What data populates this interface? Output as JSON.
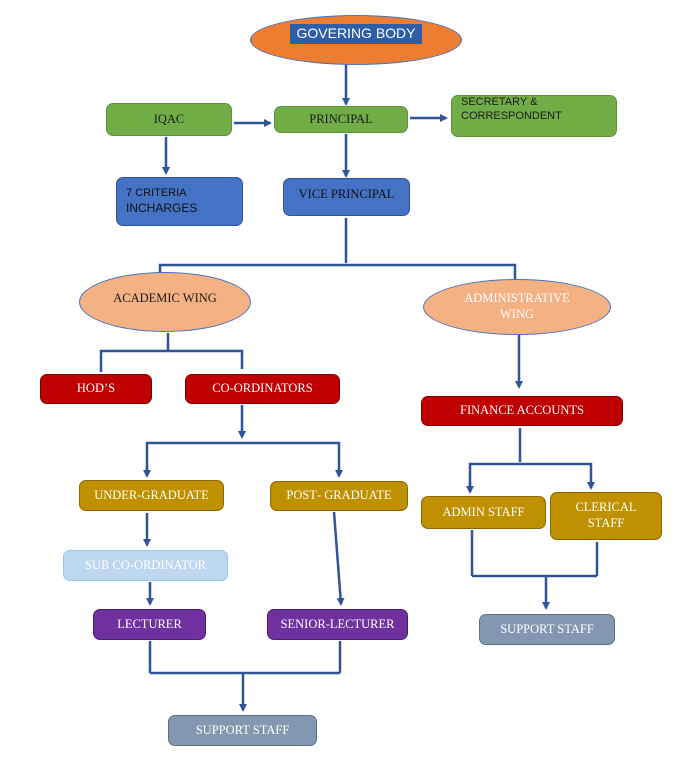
{
  "nodes": {
    "governing_body": "GOVERING BODY",
    "iqac": "IQAC",
    "principal": "PRINCIPAL",
    "secretary_line1": "SECRETARY &",
    "secretary_line2": "CORRESPONDENT",
    "criteria_line1": "7 CRITERIA",
    "criteria_line2": "INCHARGES",
    "vice_principal": "VICE PRINCIPAL",
    "academic_wing": "ACADEMIC WING",
    "administrative_line1": "ADMINISTRATIVE",
    "administrative_line2": "WING",
    "hods": "HOD’S",
    "coordinators": "CO-ORDINATORS",
    "finance_accounts": "FINANCE ACCOUNTS",
    "under_graduate": "UNDER-GRADUATE",
    "post_graduate_a": "POST",
    "post_graduate_b": "- GRADUATE",
    "admin_staff": "ADMIN STAFF",
    "clerical_line1": "CLERICAL",
    "clerical_line2": "STAFF",
    "sub_coordinator": "SUB CO-ORDINATOR",
    "lecturer": "LECTURER",
    "senior_lecturer": "SENIOR-LECTURER",
    "support_staff_admin": "SUPPORT STAFF",
    "support_staff_academic": "SUPPORT STAFF"
  },
  "colors": {
    "connector": "#2f5597",
    "header": "#ed7d31",
    "green": "#70ad47",
    "blue": "#4472c4",
    "red": "#c00000",
    "gold": "#bf9000",
    "purple": "#7030a0",
    "peach": "#f4b183",
    "light_blue": "#bdd7ee",
    "grey": "#8497b0"
  }
}
